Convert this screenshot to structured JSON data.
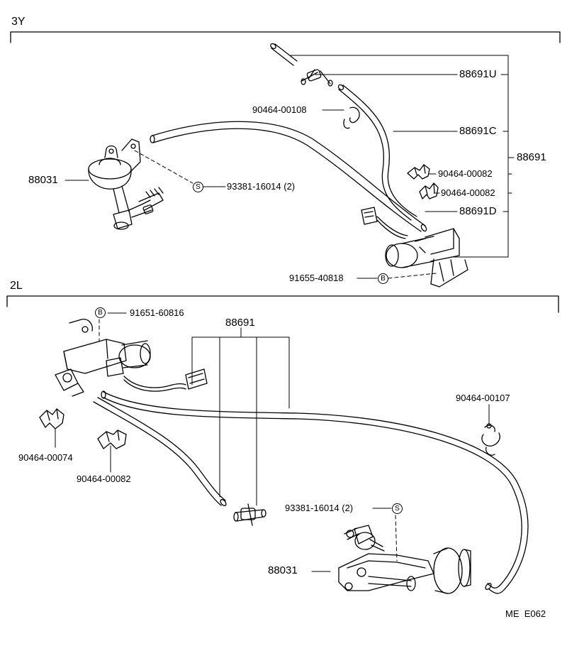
{
  "sections": {
    "top": {
      "code": "3Y"
    },
    "bottom": {
      "code": "2L"
    }
  },
  "labels": {
    "p88691U": "88691U",
    "p90464_00108": "90464-00108",
    "p88691C": "88691C",
    "p88691_top": "88691",
    "p88031_top": "88031",
    "p90464_00082_a": "90464-00082",
    "p90464_00082_b": "90464-00082",
    "p93381_top": "93381-16014 (2)",
    "p88691D": "88691D",
    "p91655": "91655-40818",
    "p91651": "91651-60816",
    "p88691_bottom": "88691",
    "p90464_00107": "90464-00107",
    "p90464_00074": "90464-00074",
    "p90464_00082_c": "90464-00082",
    "p93381_bottom": "93381-16014 (2)",
    "p88031_bottom": "88031"
  },
  "markers": {
    "s": "S",
    "b": "B"
  },
  "footer": {
    "code": "ME  E062"
  },
  "colors": {
    "ink": "#000000",
    "background": "#ffffff"
  }
}
